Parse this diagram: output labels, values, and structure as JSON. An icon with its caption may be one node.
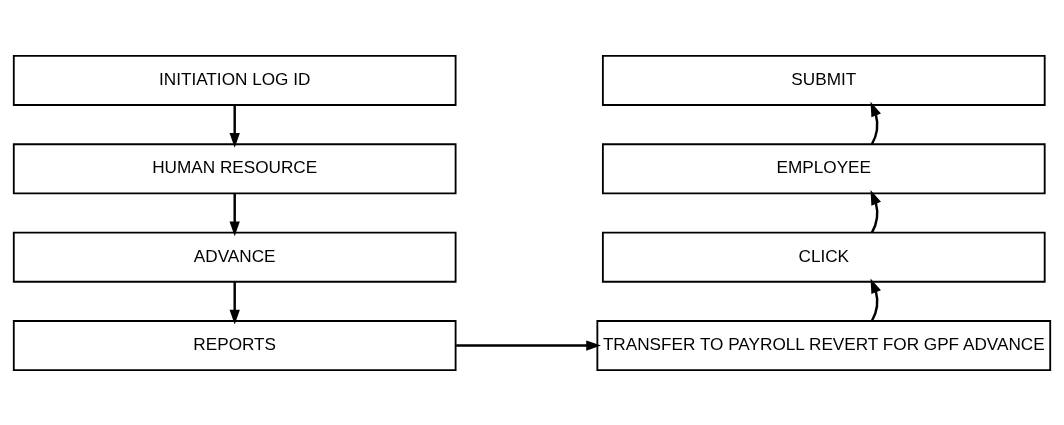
{
  "diagram": {
    "nodes": [
      {
        "text": [
          "INITIATION LOG ID"
        ]
      },
      {
        "text": [
          "HUMAN RESOURCE"
        ]
      },
      {
        "text": [
          "ADVANCE"
        ]
      },
      {
        "text": [
          "REPORTS"
        ]
      },
      {
        "text": [
          "TRANSFER TO PAYROLL REVERT FOR GPF ADVANCE"
        ]
      },
      {
        "text": [
          "CLICK"
        ]
      },
      {
        "text": [
          "EMPLOYEE"
        ]
      },
      {
        "text": [
          "SUBMIT"
        ]
      }
    ],
    "edges": [
      {
        "from": 0,
        "to": 1,
        "arrow": "to"
      },
      {
        "from": 1,
        "to": 2,
        "arrow": "to"
      },
      {
        "from": 2,
        "to": 3,
        "arrow": "to"
      },
      {
        "from": 3,
        "to": 4,
        "arrow": "to"
      },
      {
        "from": 4,
        "to": 5,
        "arrow": "to"
      },
      {
        "from": 5,
        "to": 6,
        "arrow": "to"
      },
      {
        "from": 6,
        "to": 7,
        "arrow": "to"
      }
    ]
  }
}
